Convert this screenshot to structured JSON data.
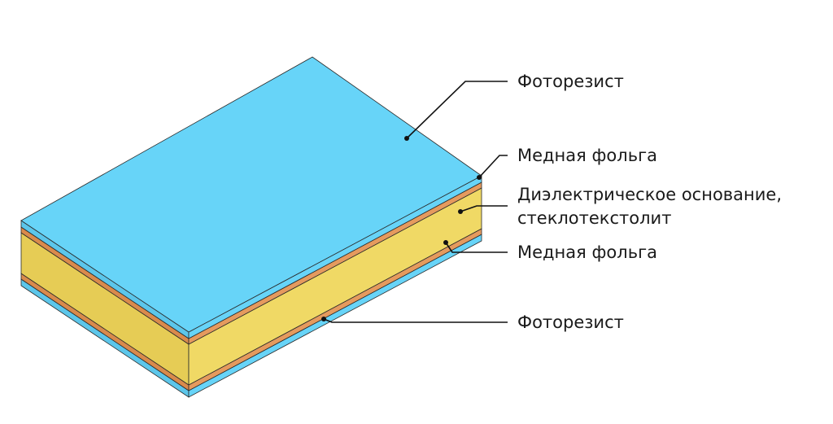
{
  "labels": {
    "top_photoresist": "Фоторезист",
    "top_copper_foil": "Медная фольга",
    "dielectric_line1": "Диэлектрическое основание,",
    "dielectric_line2": "стеклотекстолит",
    "bottom_copper_foil": "Медная фольга",
    "bottom_photoresist": "Фоторезист"
  },
  "colors": {
    "photoresist": "#67d4f8",
    "copper": "#e59a5e",
    "dielectric": "#f0d965",
    "outline": "#2a2a2a"
  }
}
